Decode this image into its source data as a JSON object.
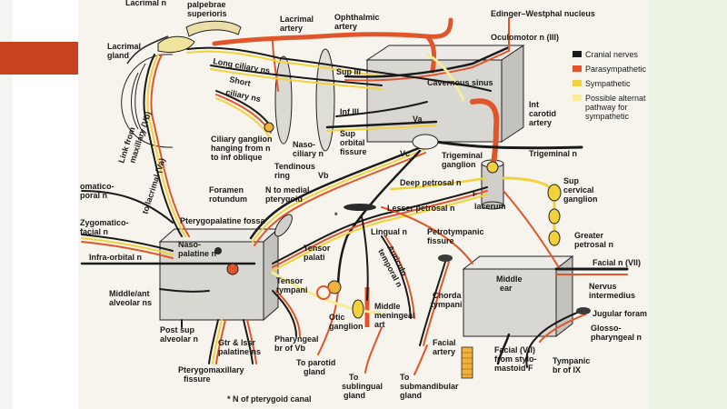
{
  "colors": {
    "cranial": "#1a1a1a",
    "parasympathetic": "#e0562a",
    "sympathetic": "#f2d23a",
    "alternate": "#f6ec9a",
    "box": "#d9d7d2",
    "artery": "#e0562a",
    "bg": "#f6f4ec",
    "accent": "#c8421f"
  },
  "legend": {
    "cranial": "Cranial nerves",
    "parasympathetic": "Parasympathetic",
    "sympathetic": "Sympathetic",
    "alternate_l1": "Possible alternat",
    "alternate_l2": "pathway for",
    "alternate_l3": "sympathetic"
  },
  "labels": {
    "lacrimal_n": "Lacrimal n",
    "palpebrae_l1": "palpebrae",
    "palpebrae_l2": "superioris",
    "lacrimal_gland_l1": "Lacrimal",
    "lacrimal_gland_l2": "gland",
    "lacrimal_artery_l1": "Lacrimal",
    "lacrimal_artery_l2": "artery",
    "ophthalmic_artery_l1": "Ophthalmic",
    "ophthalmic_artery_l2": "artery",
    "edinger": "Edinger–Westphal nucleus",
    "oculomotor": "Oculomotor n (III)",
    "long_ciliary": "Long ciliary ns",
    "short_ciliary_l1": "Short",
    "short_ciliary_l2": "ciliary ns",
    "sup_iii": "Sup III",
    "inf_iii": "Inf III",
    "va": "Va",
    "cavernous": "Cavernous sinus",
    "int_carotid_l1": "Int",
    "int_carotid_l2": "carotid",
    "int_carotid_l3": "artery",
    "ciliary_ganglion_l1": "Ciliary ganglion",
    "ciliary_ganglion_l2": "hanging from n",
    "ciliary_ganglion_l3": "to inf oblique",
    "naso_ciliary_l1": "Naso-",
    "naso_ciliary_l2": "ciliary n",
    "sup_orbital_l1": "Sup",
    "sup_orbital_l2": "orbital",
    "sup_orbital_l3": "fissure",
    "tendinous_l1": "Tendinous",
    "tendinous_l2": "ring",
    "trigeminal_ganglion_l1": "Trigeminal",
    "trigeminal_ganglion_l2": "ganglion",
    "trigeminal_n": "Trigeminal n",
    "vc": "Vc",
    "vb": "Vb",
    "link_l1": "Link from",
    "link_l2": "maxillary (Vb)",
    "link_l3": "to lacrimal (Va)",
    "zygomatico_temporal_l1": "omatico-",
    "zygomatico_temporal_l2": "poral n",
    "zygomatico_facial_l1": "Zygomatico-",
    "zygomatico_facial_l2": "facial n",
    "infra_orbital": "Infra-orbital n",
    "foramen_rotundum_l1": "Foramen",
    "foramen_rotundum_l2": "rotundum",
    "n_medial_pterygoid_l1": "N to medial",
    "n_medial_pterygoid_l2": "pterygoid",
    "pterygopalatine_fossa": "Pterygopalatine fossa",
    "deep_petrosal": "Deep petrosal n",
    "f_lacerum_l1": "F",
    "f_lacerum_l2": "lacerum",
    "sup_cervical_l1": "Sup",
    "sup_cervical_l2": "cervical",
    "sup_cervical_l3": "ganglion",
    "lesser_petrosal": "Lesser petrosal n",
    "naso_palatine_l1": "Naso-",
    "naso_palatine_l2": "palatine n",
    "tensor_palati_l1": "Tensor",
    "tensor_palati_l2": "palati",
    "lingual": "Lingual n",
    "auriculo_l1": "Auriculo",
    "auriculo_l2": "temporal n",
    "petrotympanic_l1": "Petrotympanic",
    "petrotympanic_l2": "fissure",
    "greater_petrosal_l1": "Greater",
    "greater_petrosal_l2": "petrosal n",
    "facial_vii": "Facial n (VII)",
    "nervus_l1": "Nervus",
    "nervus_l2": "intermedius",
    "middle_ear_l1": "Middle",
    "middle_ear_l2": "ear",
    "jugular": "Jugular foram",
    "glosso_l1": "Glosso-",
    "glosso_l2": "pharyngeal n",
    "middle_alveolar_l1": "Middle/ant",
    "middle_alveolar_l2": "alveolar ns",
    "tensor_tympani_l1": "Tensor",
    "tensor_tympani_l2": "tympani",
    "chorda_l1": "Chorda",
    "chorda_l2": "tympani",
    "otic_l1": "Otic",
    "otic_l2": "ganglion",
    "middle_meningeal_l1": "Middle",
    "middle_meningeal_l2": "meningeal",
    "middle_meningeal_l3": "art",
    "post_sup_l1": "Post sup",
    "post_sup_l2": "alveolar n",
    "gtr_lssr_l1": "Gtr & lssr",
    "gtr_lssr_l2": "palatine ns",
    "pharyngeal_l1": "Pharyngeal",
    "pharyngeal_l2": "br of Vb",
    "to_parotid_l1": "To parotid",
    "to_parotid_l2": "gland",
    "facial_artery_l1": "Facial",
    "facial_artery_l2": "artery",
    "facial_stylo_l1": "Facial (VII)",
    "facial_stylo_l2": "from stylo-",
    "facial_stylo_l3": "mastoid F",
    "tympanic_l1": "Tympanic",
    "tympanic_l2": "br of IX",
    "pterygomaxillary_l1": "Pterygomaxillary",
    "pterygomaxillary_l2": "fissure",
    "to_sublingual_l1": "To",
    "to_sublingual_l2": "sublingual",
    "to_sublingual_l3": "gland",
    "to_submandibular_l1": "To",
    "to_submandibular_l2": "submandibular",
    "to_submandibular_l3": "gland",
    "footnote": "* N of pterygoid canal",
    "asterisk": "*"
  }
}
